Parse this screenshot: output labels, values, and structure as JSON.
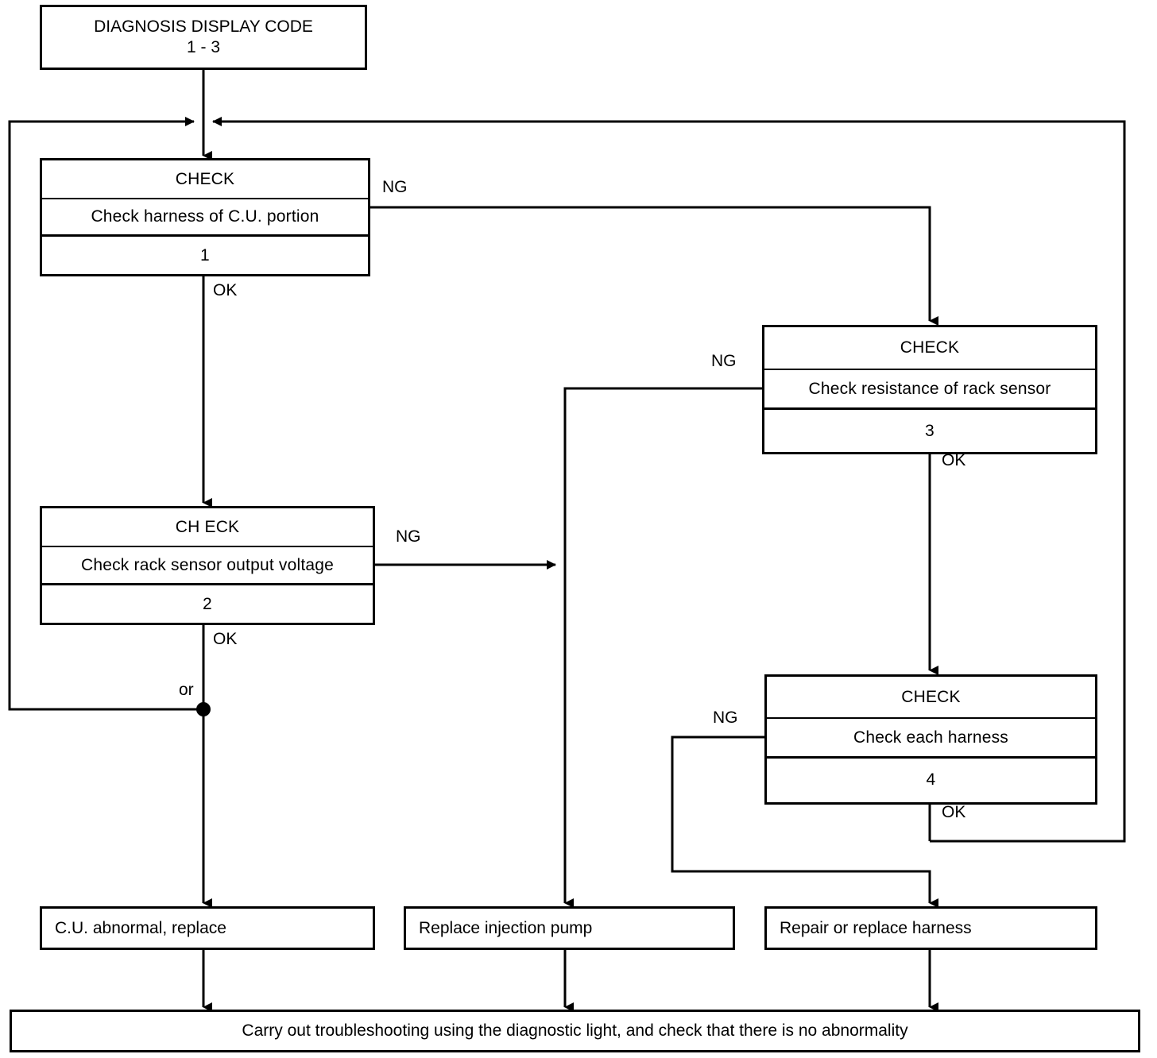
{
  "diagram": {
    "title_node": {
      "line1": "DIAGNOSIS DISPLAY CODE",
      "line2": "1 - 3"
    },
    "check_nodes": [
      {
        "header": "CHECK",
        "body": "Check harness of C.U. portion",
        "step": "1"
      },
      {
        "header": "CH ECK",
        "body": "Check rack sensor output voltage",
        "step": "2"
      },
      {
        "header": "CHECK",
        "body": "Check resistance of rack sensor",
        "step": "3"
      },
      {
        "header": "CHECK",
        "body": "Check each harness",
        "step": "4"
      }
    ],
    "outcome_nodes": [
      {
        "label": "C.U. abnormal, replace"
      },
      {
        "label": "Replace injection pump"
      },
      {
        "label": "Repair or replace harness"
      }
    ],
    "final_node": {
      "label": "Carry out troubleshooting using the diagnostic light, and check that there is no abnormality"
    },
    "edge_labels": [
      {
        "text": "NG"
      },
      {
        "text": "OK"
      },
      {
        "text": "NG"
      },
      {
        "text": "NG"
      },
      {
        "text": "OK"
      },
      {
        "text": "NG"
      },
      {
        "text": "OK"
      },
      {
        "text": "or"
      },
      {
        "text": "NG"
      },
      {
        "text": "OK"
      }
    ],
    "colors": {
      "line": "#000000",
      "background": "#ffffff"
    }
  }
}
